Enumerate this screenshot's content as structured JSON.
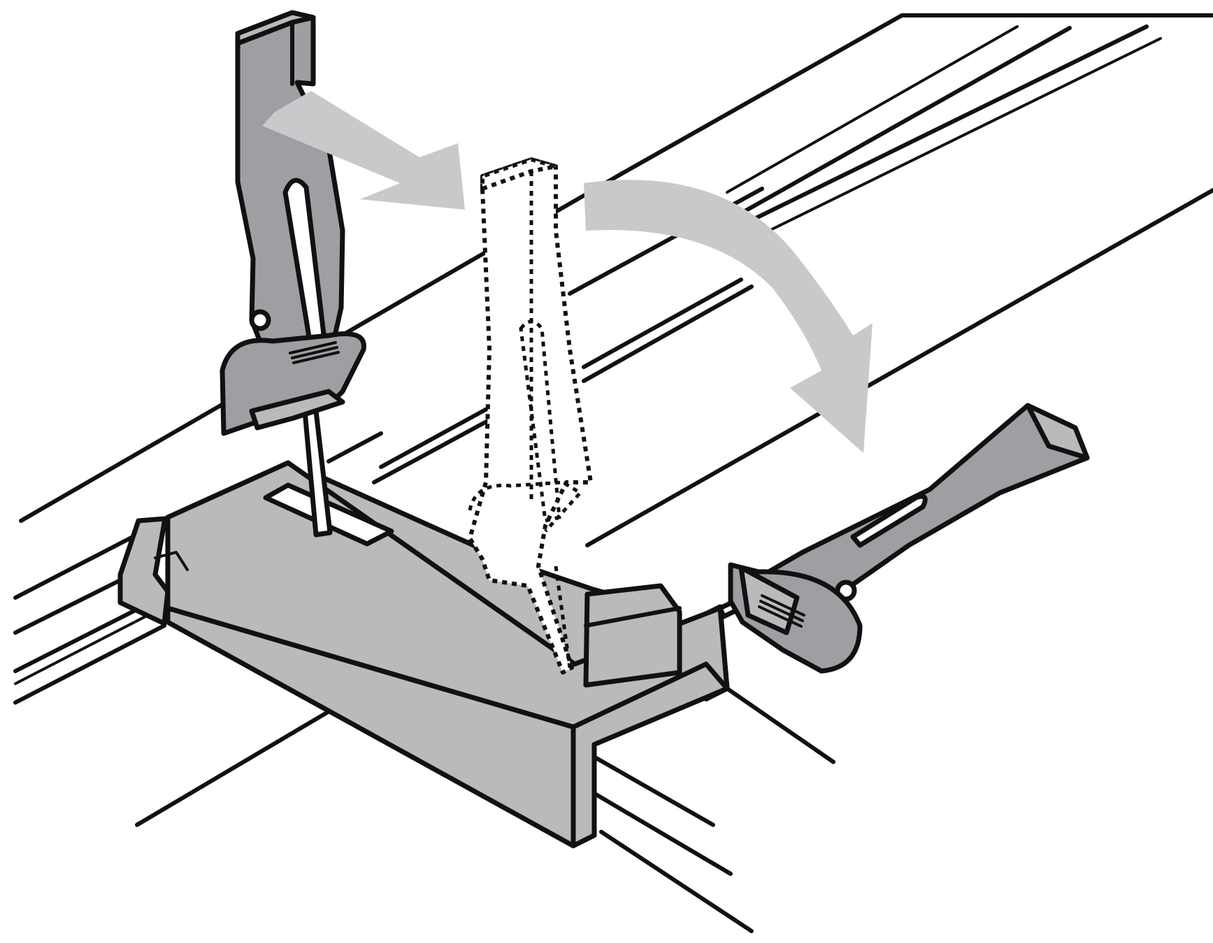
{
  "colors": {
    "outline": "#111111",
    "part_fill": "#b9babc",
    "handle_fill": "#9e9fa2",
    "arrow_fill": "#c8c9cb",
    "background": "#ffffff"
  },
  "diagram": {
    "subject": "fence-clamp-lever-operation",
    "states": [
      "lever-raised",
      "lever-lowered"
    ],
    "motions": [
      "move-lever-right",
      "rotate-lever-down"
    ]
  }
}
